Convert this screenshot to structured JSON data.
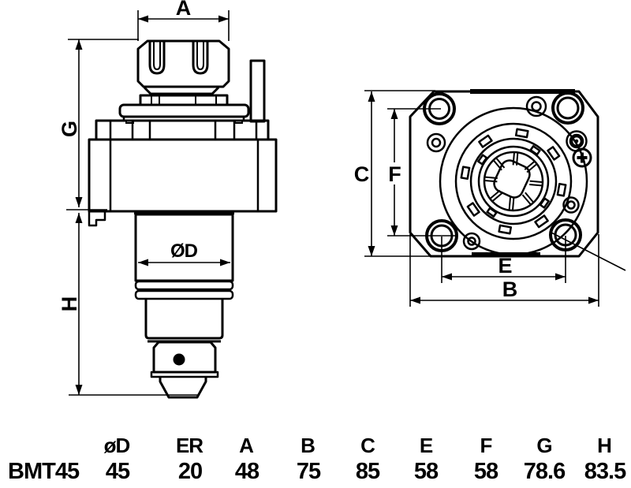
{
  "drawing": {
    "side_view": {
      "labels": {
        "a": "A",
        "g": "G",
        "h": "H",
        "d": "ØD"
      }
    },
    "front_view": {
      "labels": {
        "c": "C",
        "f": "F",
        "e": "E",
        "b": "B"
      }
    }
  },
  "table": {
    "headers": [
      "øD",
      "ER",
      "A",
      "B",
      "C",
      "E",
      "F",
      "G",
      "H"
    ],
    "row": {
      "model": "BMT45",
      "values": [
        "45",
        "20",
        "48",
        "75",
        "85",
        "58",
        "58",
        "78.6",
        "83.5"
      ]
    }
  },
  "colors": {
    "ink": "#000000",
    "paper": "#ffffff"
  }
}
